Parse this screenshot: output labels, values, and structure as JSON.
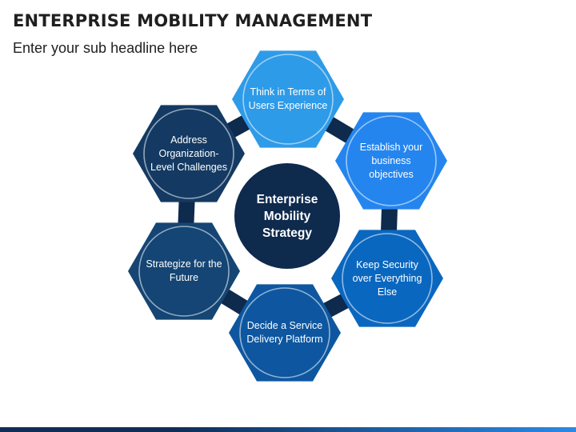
{
  "title": "ENTERPRISE MOBILITY MANAGEMENT",
  "subtitle": "Enter your sub headline here",
  "center": {
    "label": "Enterprise Mobility Strategy"
  },
  "nodes": [
    {
      "label": "Think in Terms of Users Experience",
      "color": "#2e9be8"
    },
    {
      "label": "Establish your business objectives",
      "color": "#2585ee"
    },
    {
      "label": "Keep Security over Everything Else",
      "color": "#0a67bf"
    },
    {
      "label": "Decide a Service Delivery Platform",
      "color": "#0e57a0"
    },
    {
      "label": "Strategize for the Future",
      "color": "#144574"
    },
    {
      "label": "Address Organization-Level Challenges",
      "color": "#143a63"
    }
  ],
  "colors": {
    "center_circle": "#0e2a4d",
    "ring_links": "#0e2a4d",
    "footer_left": "#0f2d57",
    "footer_right": "#2b8ae6"
  }
}
